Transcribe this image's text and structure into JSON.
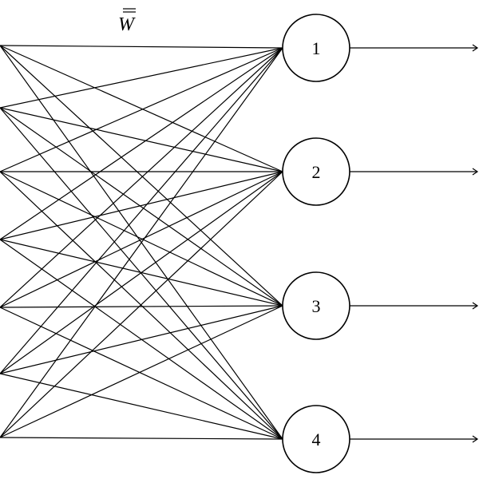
{
  "weight_matrix": {
    "label": "W",
    "double_overline": true
  },
  "inputs": {
    "count": 7
  },
  "neurons": [
    {
      "label": "1"
    },
    {
      "label": "2"
    },
    {
      "label": "3"
    },
    {
      "label": "4"
    }
  ],
  "connections": "fully-connected",
  "outputs": {
    "per_neuron": 1,
    "style": "arrow"
  }
}
